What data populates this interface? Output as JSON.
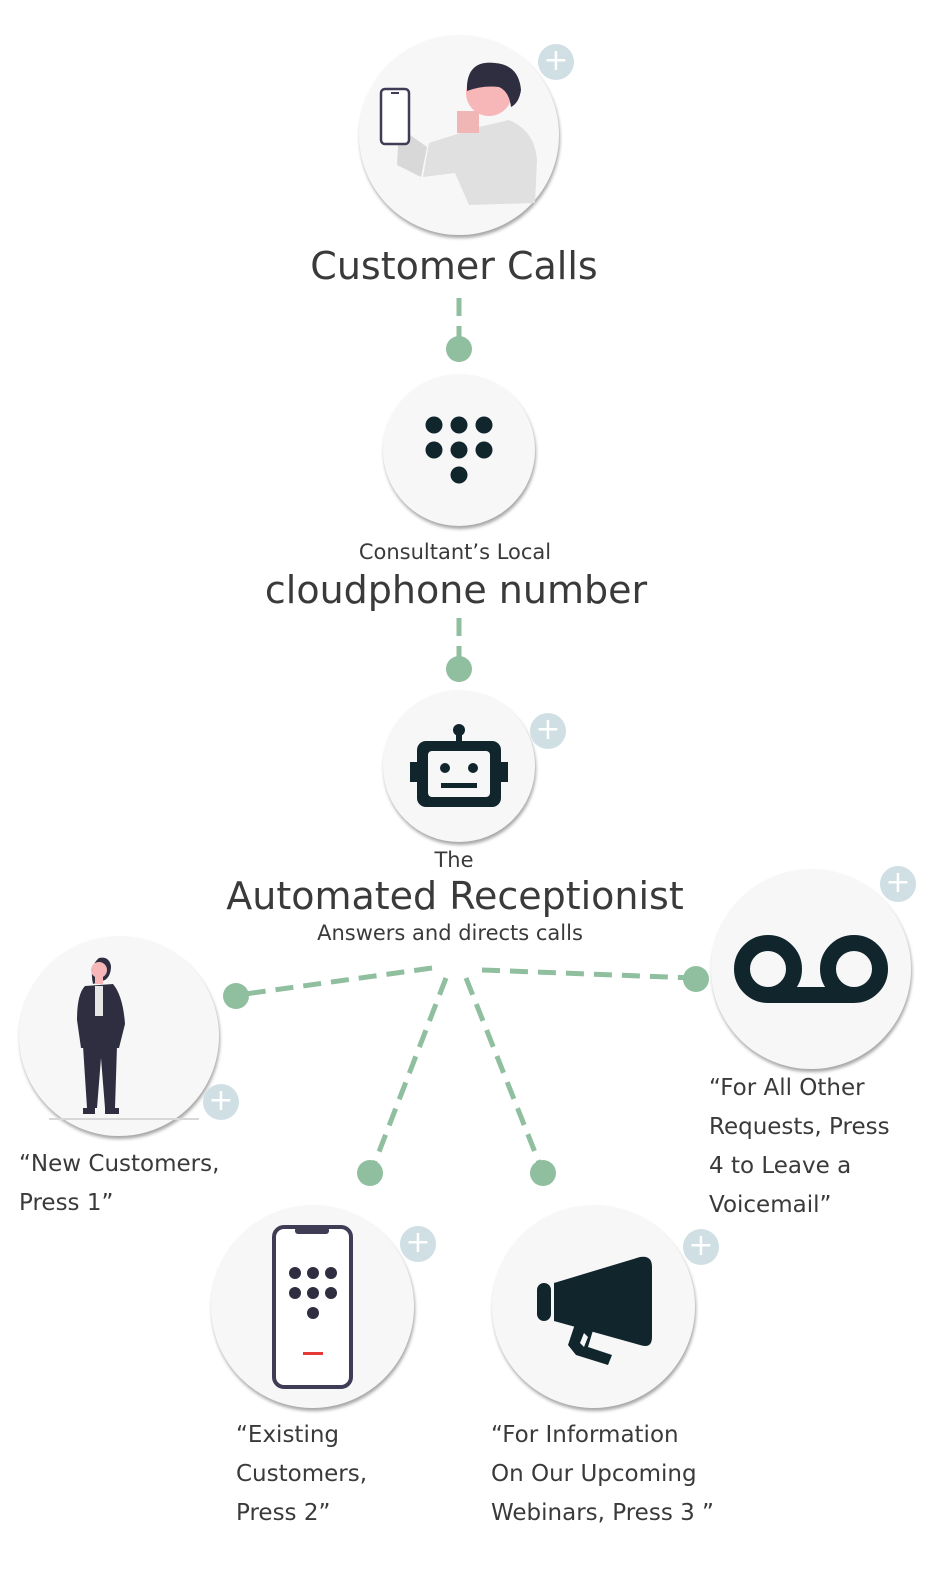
{
  "steps": {
    "customer_calls": {
      "title": "Customer Calls"
    },
    "cloudphone": {
      "pretitle": "Consultant’s Local",
      "title": "cloudphone number"
    },
    "receptionist": {
      "pretitle": "The",
      "title": "Automated Receptionist",
      "subtitle": "Answers and directs calls"
    }
  },
  "options": [
    {
      "line1": "“New Customers,",
      "line2": "Press 1”"
    },
    {
      "line1": "“Existing",
      "line2": "Customers,",
      "line3": "Press 2”"
    },
    {
      "line1": "“For Information",
      "line2": "On Our Upcoming",
      "line3": "Webinars, Press 3 ”"
    },
    {
      "line1": "“For All Other",
      "line2": "Requests, Press",
      "line3": "4 to Leave a",
      "line4": "Voicemail”"
    }
  ],
  "plus_symbol": "+",
  "icons": {
    "customer": "person-with-phone-icon",
    "dialpad": "dialpad-icon",
    "robot": "robot-icon",
    "businessman": "businessman-icon",
    "phone_keypad": "phone-keypad-icon",
    "megaphone": "megaphone-icon",
    "voicemail": "voicemail-icon"
  },
  "colors": {
    "connector": "#8fbf9f",
    "icon_dark": "#11252d",
    "plus_bg": "#cfdfe3",
    "text": "#3a3a3a",
    "node_bg": "#f7f7f7"
  }
}
